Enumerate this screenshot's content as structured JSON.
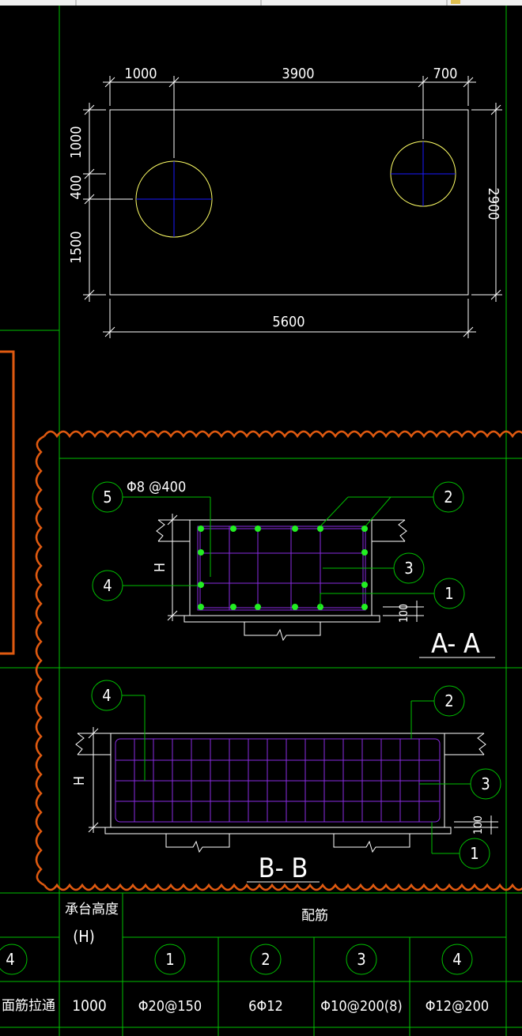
{
  "plan": {
    "dim_top": [
      "1000",
      "3900",
      "700"
    ],
    "dim_left": [
      "1000",
      "400",
      "1500"
    ],
    "dim_right": "2900",
    "dim_bottom": "5600"
  },
  "section_aa": {
    "title": "A- A",
    "stirrup_label": "Φ8 @400",
    "height_label": "H",
    "cover": "100",
    "markers": [
      "5",
      "4",
      "2",
      "3",
      "1"
    ]
  },
  "section_bb": {
    "title": "B- B",
    "height_label": "H",
    "cover": "100",
    "markers": [
      "4",
      "2",
      "3",
      "1"
    ]
  },
  "table": {
    "col_cap_height": "承台高度",
    "col_cap_height_unit": "(H)",
    "col_rebar": "配筋",
    "left_marker": "4",
    "left_cell": "面筋拉通",
    "sub_markers": [
      "1",
      "2",
      "3",
      "4"
    ],
    "row_values": [
      "1000",
      "Φ20@150",
      "6Φ12",
      "Φ10@200(8)",
      "Φ12@200"
    ]
  },
  "colors": {
    "frame": "#00c000",
    "outline": "#ffffff",
    "pile": "#ffff66",
    "axis": "#1a1aff",
    "rebar": "#8a2be2",
    "bar_dot": "#22ee22",
    "revision_cloud": "#e05a10"
  }
}
